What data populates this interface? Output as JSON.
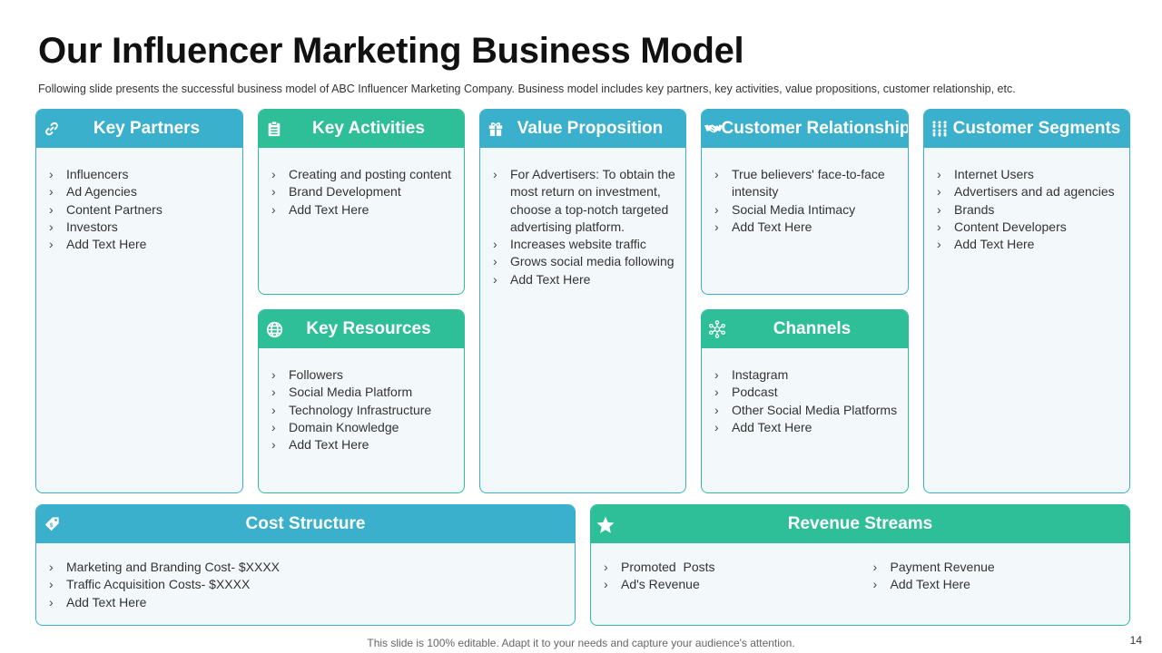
{
  "title": "Our Influencer Marketing Business Model",
  "subtitle": "Following slide presents the successful business model of ABC Influencer Marketing Company. Business model includes key partners, key activities, value propositions, customer relationship, etc.",
  "colors": {
    "blue": "#3ab0cc",
    "teal": "#2fbf98",
    "card_bg": "#f3f9fb"
  },
  "key_partners": {
    "icon": "link-icon",
    "title": "Key Partners",
    "items": [
      "Influencers",
      "Ad Agencies",
      "Content Partners",
      "Investors",
      "Add Text Here"
    ]
  },
  "key_activities": {
    "icon": "clipboard-icon",
    "title": "Key Activities",
    "items": [
      "Creating and posting content",
      "Brand Development",
      "Add Text Here"
    ]
  },
  "key_resources": {
    "icon": "globe-icon",
    "title": "Key Resources",
    "items": [
      "Followers",
      "Social Media Platform",
      "Technology Infrastructure",
      "Domain Knowledge",
      "Add Text Here"
    ]
  },
  "value_proposition": {
    "icon": "gift-icon",
    "title": "Value Proposition",
    "items": [
      "For Advertisers: To obtain the most return on investment, choose a top-notch targeted advertising platform.",
      "Increases website traffic",
      "Grows social media following",
      "Add Text Here"
    ]
  },
  "customer_relationship": {
    "icon": "handshake-icon",
    "title": "Customer Relationship",
    "items": [
      "True believers' face-to-face intensity",
      "Social Media Intimacy",
      "Add Text Here"
    ]
  },
  "channels": {
    "icon": "network-icon",
    "title": "Channels",
    "items": [
      "Instagram",
      "Podcast",
      "Other Social Media Platforms",
      "Add Text Here"
    ]
  },
  "customer_segments": {
    "icon": "people-group-icon",
    "title": "Customer Segments",
    "items": [
      "Internet Users",
      "Advertisers and ad agencies",
      "Brands",
      "Content Developers",
      "Add Text Here"
    ]
  },
  "cost_structure": {
    "icon": "price-tag-icon",
    "title": "Cost Structure",
    "items": [
      "Marketing and Branding Cost- $XXXX",
      "Traffic Acquisition Costs- $XXXX",
      "Add Text Here"
    ]
  },
  "revenue_streams": {
    "icon": "star-icon",
    "title": "Revenue Streams",
    "items_left": [
      "Promoted  Posts",
      "Ad's Revenue"
    ],
    "items_right": [
      "Payment Revenue",
      "Add Text Here"
    ]
  },
  "footer": "This slide is 100% editable. Adapt it to your needs and capture your audience's attention.",
  "page_number": "14"
}
